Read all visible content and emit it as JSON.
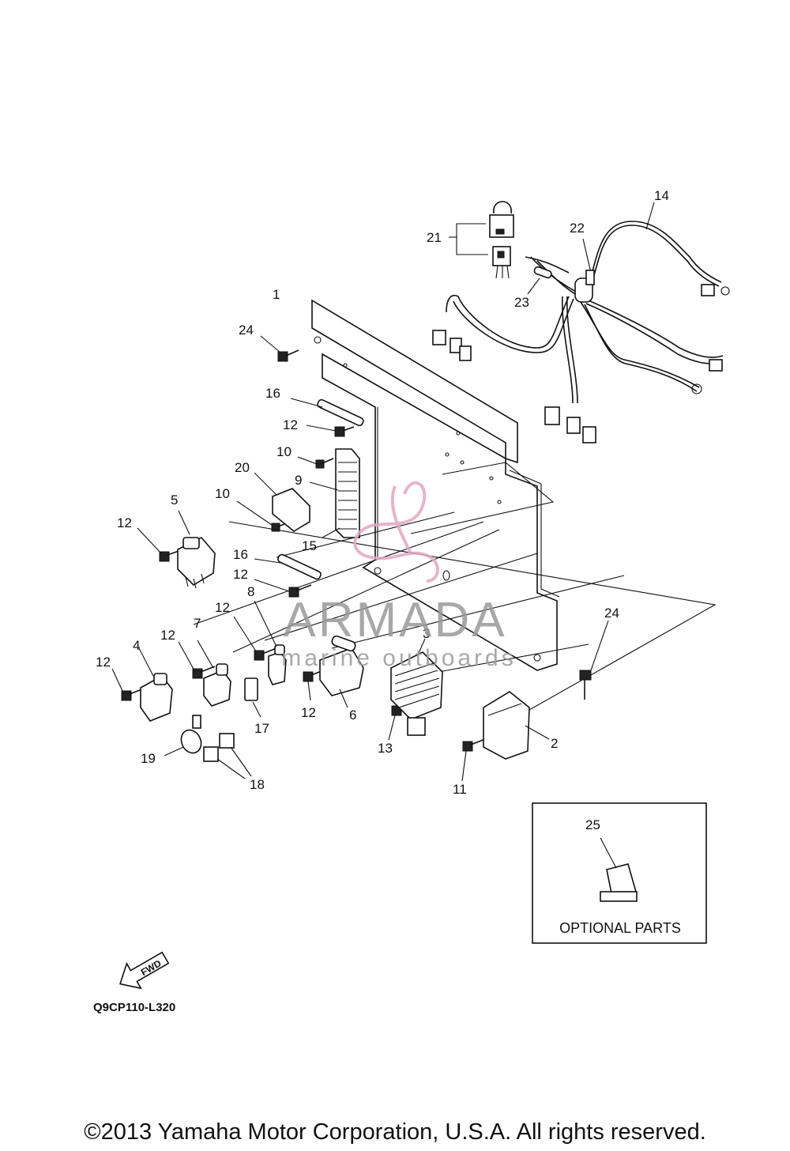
{
  "callouts": [
    {
      "id": "1",
      "label": "1"
    },
    {
      "id": "2",
      "label": "2"
    },
    {
      "id": "3",
      "label": "3"
    },
    {
      "id": "4",
      "label": "4"
    },
    {
      "id": "5",
      "label": "5"
    },
    {
      "id": "6",
      "label": "6"
    },
    {
      "id": "7",
      "label": "7"
    },
    {
      "id": "8",
      "label": "8"
    },
    {
      "id": "9",
      "label": "9"
    },
    {
      "id": "10",
      "label": "10"
    },
    {
      "id": "11",
      "label": "11"
    },
    {
      "id": "12",
      "label": "12"
    },
    {
      "id": "13",
      "label": "13"
    },
    {
      "id": "14",
      "label": "14"
    },
    {
      "id": "15",
      "label": "15"
    },
    {
      "id": "16",
      "label": "16"
    },
    {
      "id": "17",
      "label": "17"
    },
    {
      "id": "18",
      "label": "18"
    },
    {
      "id": "19",
      "label": "19"
    },
    {
      "id": "20",
      "label": "20"
    },
    {
      "id": "21",
      "label": "21"
    },
    {
      "id": "22",
      "label": "22"
    },
    {
      "id": "23",
      "label": "23"
    },
    {
      "id": "24",
      "label": "24"
    },
    {
      "id": "25",
      "label": "25"
    }
  ],
  "optional_box": {
    "title": "OPTIONAL PARTS"
  },
  "fwd_arrow": {
    "label": "FWD"
  },
  "diagram_code": "Q9CP110-L320",
  "watermark": {
    "brand": "ARMADA",
    "tagline": "marine outboards",
    "color": "#e2a7c4"
  },
  "copyright": "©2013 Yamaha Motor Corporation, U.S.A. All rights reserved."
}
